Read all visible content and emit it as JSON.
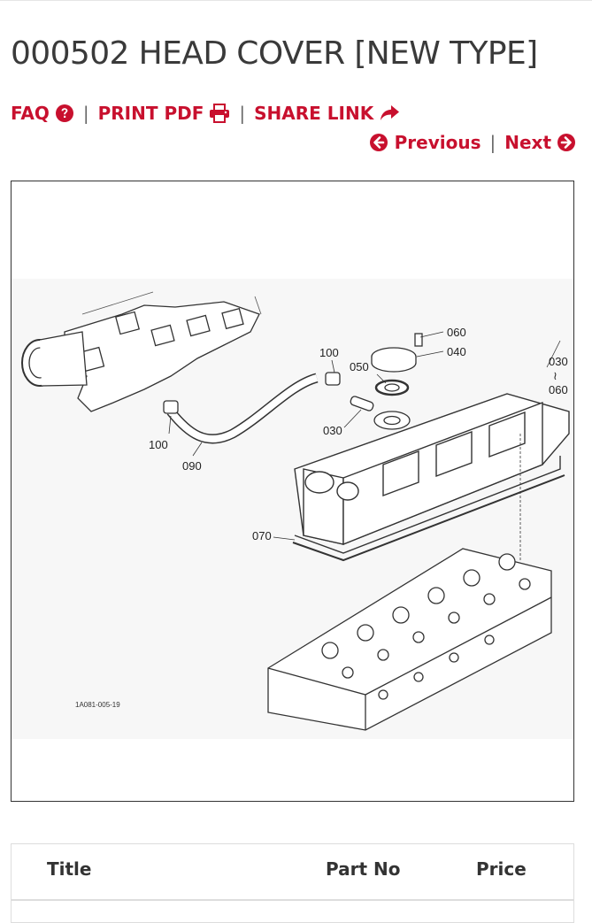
{
  "page": {
    "title": "000502 HEAD COVER [NEW TYPE]"
  },
  "links": {
    "faq_label": "FAQ",
    "print_label": "PRINT PDF",
    "share_label": "SHARE LINK",
    "separator": "|"
  },
  "nav": {
    "previous_label": "Previous",
    "next_label": "Next",
    "separator": "|"
  },
  "diagram": {
    "callouts": {
      "c060_top": "060",
      "c040": "040",
      "c050": "050",
      "c100_top": "100",
      "c030_mid": "030",
      "c030_right": "030",
      "c_tilde": "≀",
      "c060_right": "060",
      "c100_left": "100",
      "c090": "090",
      "c070": "070",
      "figure_code": "1A081-005-19"
    }
  },
  "table": {
    "headers": {
      "title": "Title",
      "part_no": "Part No",
      "price": "Price"
    }
  },
  "colors": {
    "accent_red": "#c8102e",
    "text_dark": "#3a3a3a",
    "border": "#333333"
  },
  "icons": {
    "faq": "question-circle-icon",
    "print": "printer-icon",
    "share": "share-arrow-icon",
    "previous": "arrow-left-circle-icon",
    "next": "arrow-right-circle-icon"
  }
}
